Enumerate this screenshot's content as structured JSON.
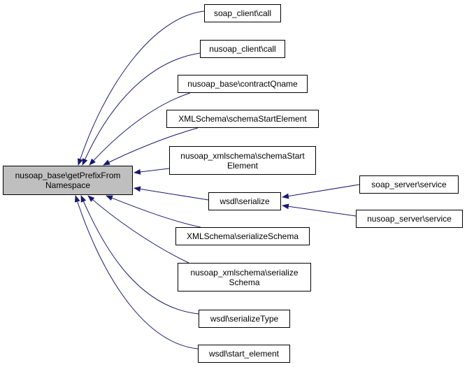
{
  "diagram": {
    "type": "doxygen-caller-graph",
    "colors": {
      "edge": "#191970",
      "focus_fill": "#bfbfbf",
      "node_fill": "#ffffff",
      "node_border": "#000000"
    },
    "focus_node": {
      "id": "getPrefixFromNamespace",
      "lines": [
        "nusoap_base\\getPrefixFrom",
        "Namespace"
      ]
    },
    "nodes": [
      {
        "id": "soap_client_call",
        "lines": [
          "soap_client\\call"
        ]
      },
      {
        "id": "nusoap_client_call",
        "lines": [
          "nusoap_client\\call"
        ]
      },
      {
        "id": "contractQname",
        "lines": [
          "nusoap_base\\contractQname"
        ]
      },
      {
        "id": "xmlschema_schemaStartElement",
        "lines": [
          "XMLSchema\\schemaStartElement"
        ]
      },
      {
        "id": "nusoap_xmlschema_schemaStartElement",
        "lines": [
          "nusoap_xmlschema\\schemaStart",
          "Element"
        ]
      },
      {
        "id": "wsdl_serialize",
        "lines": [
          "wsdl\\serialize"
        ]
      },
      {
        "id": "xmlschema_serializeSchema",
        "lines": [
          "XMLSchema\\serializeSchema"
        ]
      },
      {
        "id": "nusoap_xmlschema_serializeSchema",
        "lines": [
          "nusoap_xmlschema\\serialize",
          "Schema"
        ]
      },
      {
        "id": "wsdl_serializeType",
        "lines": [
          "wsdl\\serializeType"
        ]
      },
      {
        "id": "wsdl_start_element",
        "lines": [
          "wsdl\\start_element"
        ]
      },
      {
        "id": "soap_server_service",
        "lines": [
          "soap_server\\service"
        ]
      },
      {
        "id": "nusoap_server_service",
        "lines": [
          "nusoap_server\\service"
        ]
      }
    ],
    "edges": [
      {
        "from": "soap_client_call",
        "to": "getPrefixFromNamespace"
      },
      {
        "from": "nusoap_client_call",
        "to": "getPrefixFromNamespace"
      },
      {
        "from": "contractQname",
        "to": "getPrefixFromNamespace"
      },
      {
        "from": "xmlschema_schemaStartElement",
        "to": "getPrefixFromNamespace"
      },
      {
        "from": "nusoap_xmlschema_schemaStartElement",
        "to": "getPrefixFromNamespace"
      },
      {
        "from": "wsdl_serialize",
        "to": "getPrefixFromNamespace"
      },
      {
        "from": "xmlschema_serializeSchema",
        "to": "getPrefixFromNamespace"
      },
      {
        "from": "nusoap_xmlschema_serializeSchema",
        "to": "getPrefixFromNamespace"
      },
      {
        "from": "wsdl_serializeType",
        "to": "getPrefixFromNamespace"
      },
      {
        "from": "wsdl_start_element",
        "to": "getPrefixFromNamespace"
      },
      {
        "from": "soap_server_service",
        "to": "wsdl_serialize"
      },
      {
        "from": "nusoap_server_service",
        "to": "wsdl_serialize"
      }
    ]
  }
}
